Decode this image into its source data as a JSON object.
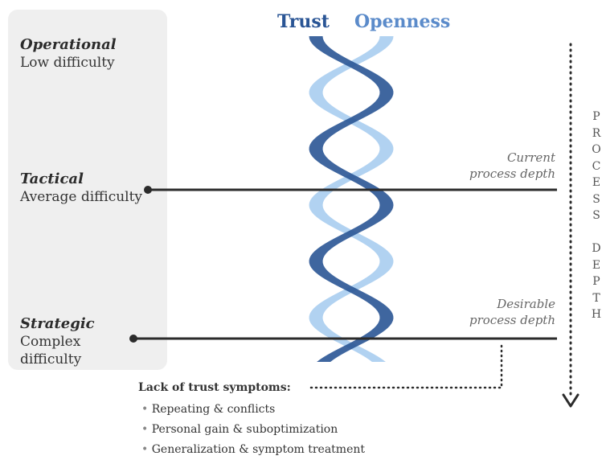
{
  "legend": {
    "trust": "Trust",
    "openness": "Openness"
  },
  "colors": {
    "trust": "#2a5595",
    "openness": "#5b8bca",
    "openness_strand": "#a9cdef",
    "panel": "#efefef",
    "line": "#2b2b2b"
  },
  "levels": [
    {
      "name": "Operational",
      "desc": "Low difficulty"
    },
    {
      "name": "Tactical",
      "desc": "Average difficulty"
    },
    {
      "name": "Strategic",
      "desc": "Complex difficulty"
    }
  ],
  "notes": {
    "current": [
      "Current",
      "process depth"
    ],
    "desirable": [
      "Desirable",
      "process depth"
    ]
  },
  "rail_label": [
    "P",
    "R",
    "O",
    "C",
    "E",
    "S",
    "S",
    "",
    "D",
    "E",
    "P",
    "T",
    "H"
  ],
  "symptoms": {
    "title": "Lack of trust symptoms:",
    "items": [
      "Repeating & conflicts",
      "Personal gain & suboptimization",
      "Generalization & symptom treatment"
    ]
  }
}
